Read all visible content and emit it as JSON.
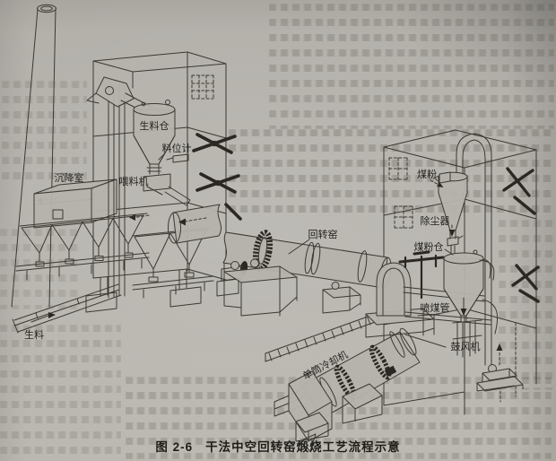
{
  "page": {
    "caption": {
      "figure_no": "图 2-6",
      "title": "干法中空回转窑煅烧工艺流程示意"
    }
  },
  "labels": {
    "raw_silo": "生料仓",
    "level_gauge": "料位计",
    "settling_chamber": "沉降室",
    "feeder": "喂料机",
    "rotary_kiln": "回转窑",
    "coal_powder": "煤粉",
    "dust_collector": "除尘器",
    "coal_silo": "煤粉仓",
    "coal_pipe": "喷煤管",
    "blower": "鼓风机",
    "cooler": "单筒冷却机",
    "raw_material": "生料"
  },
  "colors": {
    "ink": "#3c3933",
    "dark_ink": "#2b2823",
    "paper": "#b2afa9"
  }
}
